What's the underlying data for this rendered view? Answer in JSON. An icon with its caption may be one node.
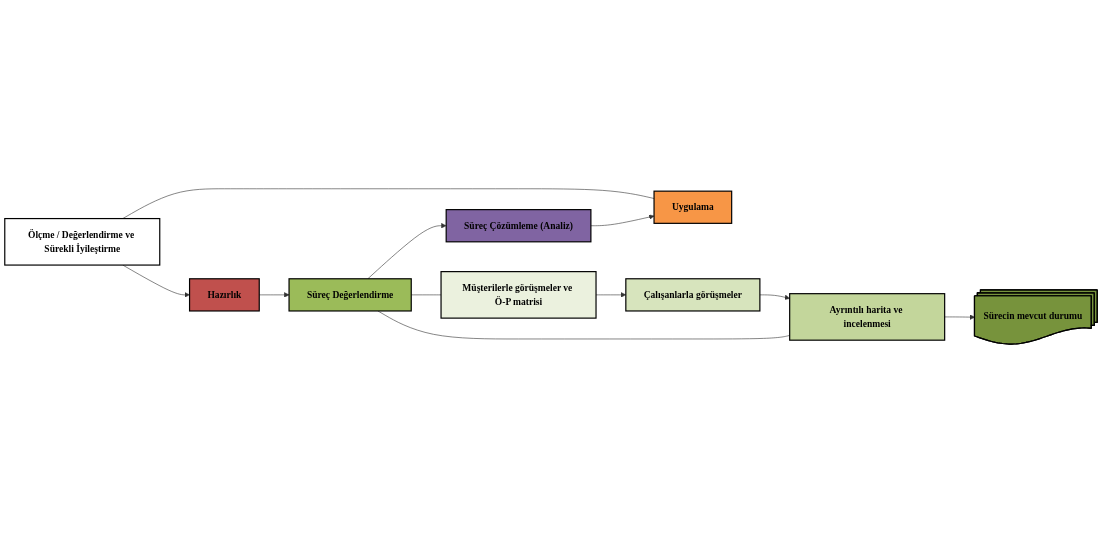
{
  "diagram": {
    "nodes": [
      {
        "text": [
          "Ölçme / Değerlendirme ve Sürekli İyileştirme"
        ]
      },
      {
        "text": [
          "Hazırlık"
        ]
      },
      {
        "text": [
          "Süreç Değerlendirme"
        ]
      },
      {
        "text": [
          "Süreç Çözümleme (Analiz)"
        ]
      },
      {
        "text": [
          "Uygulama"
        ]
      },
      {
        "text": [
          "Müşterilerle görüşmeler ve Ö-P matrisi"
        ]
      },
      {
        "text": [
          "Çalışanlarla görüşmeler"
        ]
      },
      {
        "text": [
          "Ayrıntılı harita ve incelenmesi"
        ]
      },
      {
        "text": [
          "Sürecin mevcut durumu"
        ]
      }
    ],
    "edges": [
      {
        "from": 4,
        "to": 0,
        "arrow": "none"
      },
      {
        "from": 0,
        "to": 1,
        "arrow": "to"
      },
      {
        "from": 1,
        "to": 2,
        "arrow": "to"
      },
      {
        "from": 2,
        "to": 3,
        "arrow": "to"
      },
      {
        "from": 3,
        "to": 4,
        "arrow": "to"
      },
      {
        "from": 2,
        "to": 5,
        "arrow": "none"
      },
      {
        "from": 2,
        "to": 7,
        "arrow": "none"
      },
      {
        "from": 5,
        "to": 6,
        "arrow": "to"
      },
      {
        "from": 6,
        "to": 7,
        "arrow": "to"
      },
      {
        "from": 7,
        "to": 8,
        "arrow": "to"
      }
    ]
  }
}
